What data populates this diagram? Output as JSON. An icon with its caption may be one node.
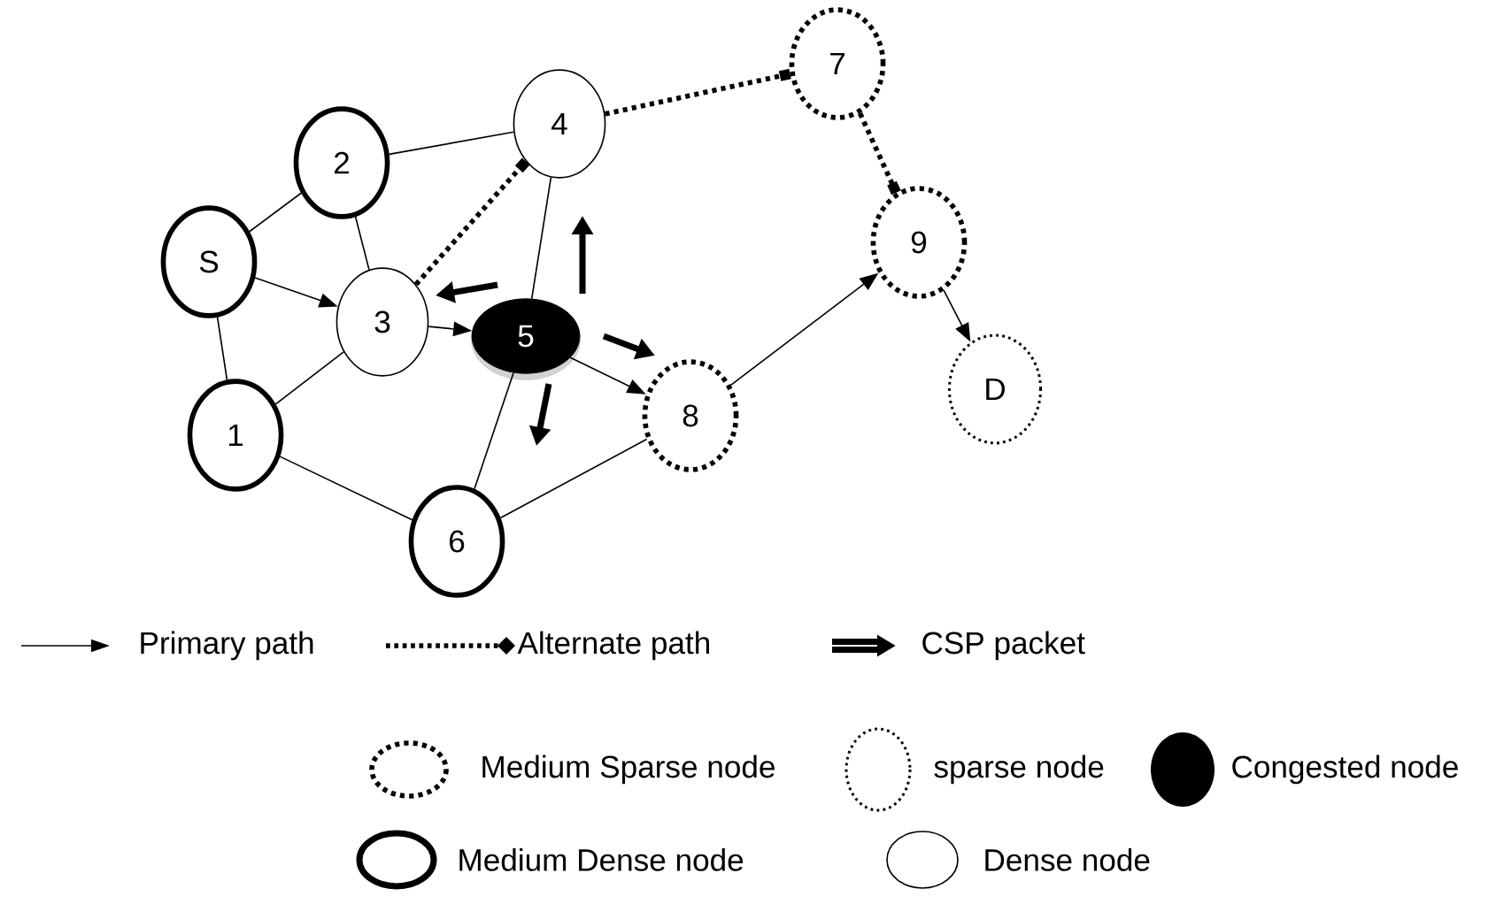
{
  "diagram": {
    "nodes": [
      {
        "text": [
          "S"
        ]
      },
      {
        "text": [
          "1"
        ]
      },
      {
        "text": [
          "2"
        ]
      },
      {
        "text": [
          "3"
        ]
      },
      {
        "text": [
          "4"
        ]
      },
      {
        "text": [
          "5"
        ]
      },
      {
        "text": [
          "6"
        ]
      },
      {
        "text": [
          "7"
        ]
      },
      {
        "text": [
          "8"
        ]
      },
      {
        "text": [
          "9"
        ]
      },
      {
        "text": [
          "D"
        ]
      }
    ],
    "edges": [
      {
        "from": 0,
        "to": 2,
        "arrow": "none"
      },
      {
        "from": 0,
        "to": 3,
        "arrow": "to"
      },
      {
        "from": 0,
        "to": 1,
        "arrow": "none"
      },
      {
        "from": 2,
        "to": 4,
        "arrow": "none"
      },
      {
        "from": 2,
        "to": 3,
        "arrow": "none"
      },
      {
        "from": 3,
        "to": 4,
        "arrow": "other",
        "style": "dashed"
      },
      {
        "from": 3,
        "to": 5,
        "arrow": "to"
      },
      {
        "from": 3,
        "to": 1,
        "arrow": "none"
      },
      {
        "from": 4,
        "to": 5,
        "arrow": "none"
      },
      {
        "from": 4,
        "to": 7,
        "arrow": "other",
        "style": "dashed"
      },
      {
        "from": 7,
        "to": 9,
        "arrow": "other",
        "style": "dashed"
      },
      {
        "from": 5,
        "to": 8,
        "arrow": "to"
      },
      {
        "from": 5,
        "to": 6,
        "arrow": "none"
      },
      {
        "from": 1,
        "to": 6,
        "arrow": "none"
      },
      {
        "from": 6,
        "to": 8,
        "arrow": "none"
      },
      {
        "from": 8,
        "to": 9,
        "arrow": "to"
      },
      {
        "from": 9,
        "to": 10,
        "arrow": "to"
      }
    ],
    "legend": [
      {
        "text": "Primary path"
      },
      {
        "text": "Alternate path"
      },
      {
        "text": "CSP packet"
      },
      {
        "text": "Medium Sparse node"
      },
      {
        "text": "sparse node"
      },
      {
        "text": "Congested node"
      },
      {
        "text": "Medium Dense node"
      },
      {
        "text": "Dense node"
      }
    ]
  }
}
